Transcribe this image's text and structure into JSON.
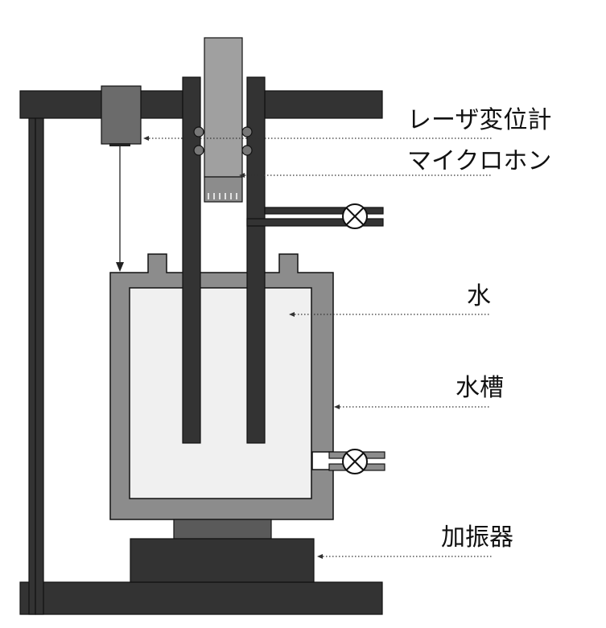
{
  "labels": {
    "laser": "レーザ変位計",
    "microphone": "マイクロホン",
    "water": "水",
    "tank": "水槽",
    "shaker": "加振器"
  },
  "colors": {
    "frame": "#333333",
    "outline": "#111111",
    "tank_wall": "#8c8c8c",
    "water": "#f0f0f0",
    "microphone": "#a0a0a0",
    "sensor": "#6b6b6b",
    "shaker_top": "#5a5a5a",
    "background": "#ffffff"
  }
}
